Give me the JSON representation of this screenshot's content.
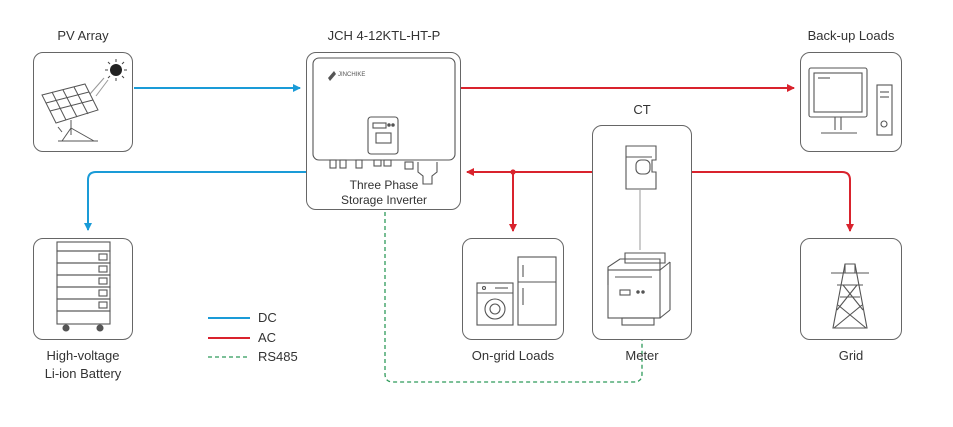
{
  "nodes": {
    "pv_array": {
      "label": "PV Array",
      "icon": "solar-panel-icon"
    },
    "inverter": {
      "title": "JCH 4-12KTL-HT-P",
      "caption_line1": "Three Phase",
      "caption_line2": "Storage Inverter",
      "brand": "JINCHIKE",
      "icon": "inverter-icon"
    },
    "backup_loads": {
      "label": "Back-up Loads",
      "icon": "computer-icon"
    },
    "ct": {
      "label": "CT",
      "icon": "current-transformer-icon"
    },
    "battery": {
      "label_line1": "High-voltage",
      "label_line2": "Li-ion Battery",
      "icon": "battery-stack-icon"
    },
    "ongrid_loads": {
      "label": "On-grid Loads",
      "icon": "appliances-icon"
    },
    "meter": {
      "label": "Meter",
      "icon": "energy-meter-icon"
    },
    "grid": {
      "label": "Grid",
      "icon": "transmission-tower-icon"
    }
  },
  "legend": {
    "items": [
      {
        "label": "DC",
        "color": "#1a9bd7",
        "style": "solid"
      },
      {
        "label": "AC",
        "color": "#d9232d",
        "style": "solid"
      },
      {
        "label": "RS485",
        "color": "#2e9a5a",
        "style": "dashed"
      }
    ]
  },
  "colors": {
    "dc": "#1a9bd7",
    "ac": "#d9232d",
    "rs485": "#2e9a5a",
    "border": "#666666"
  }
}
